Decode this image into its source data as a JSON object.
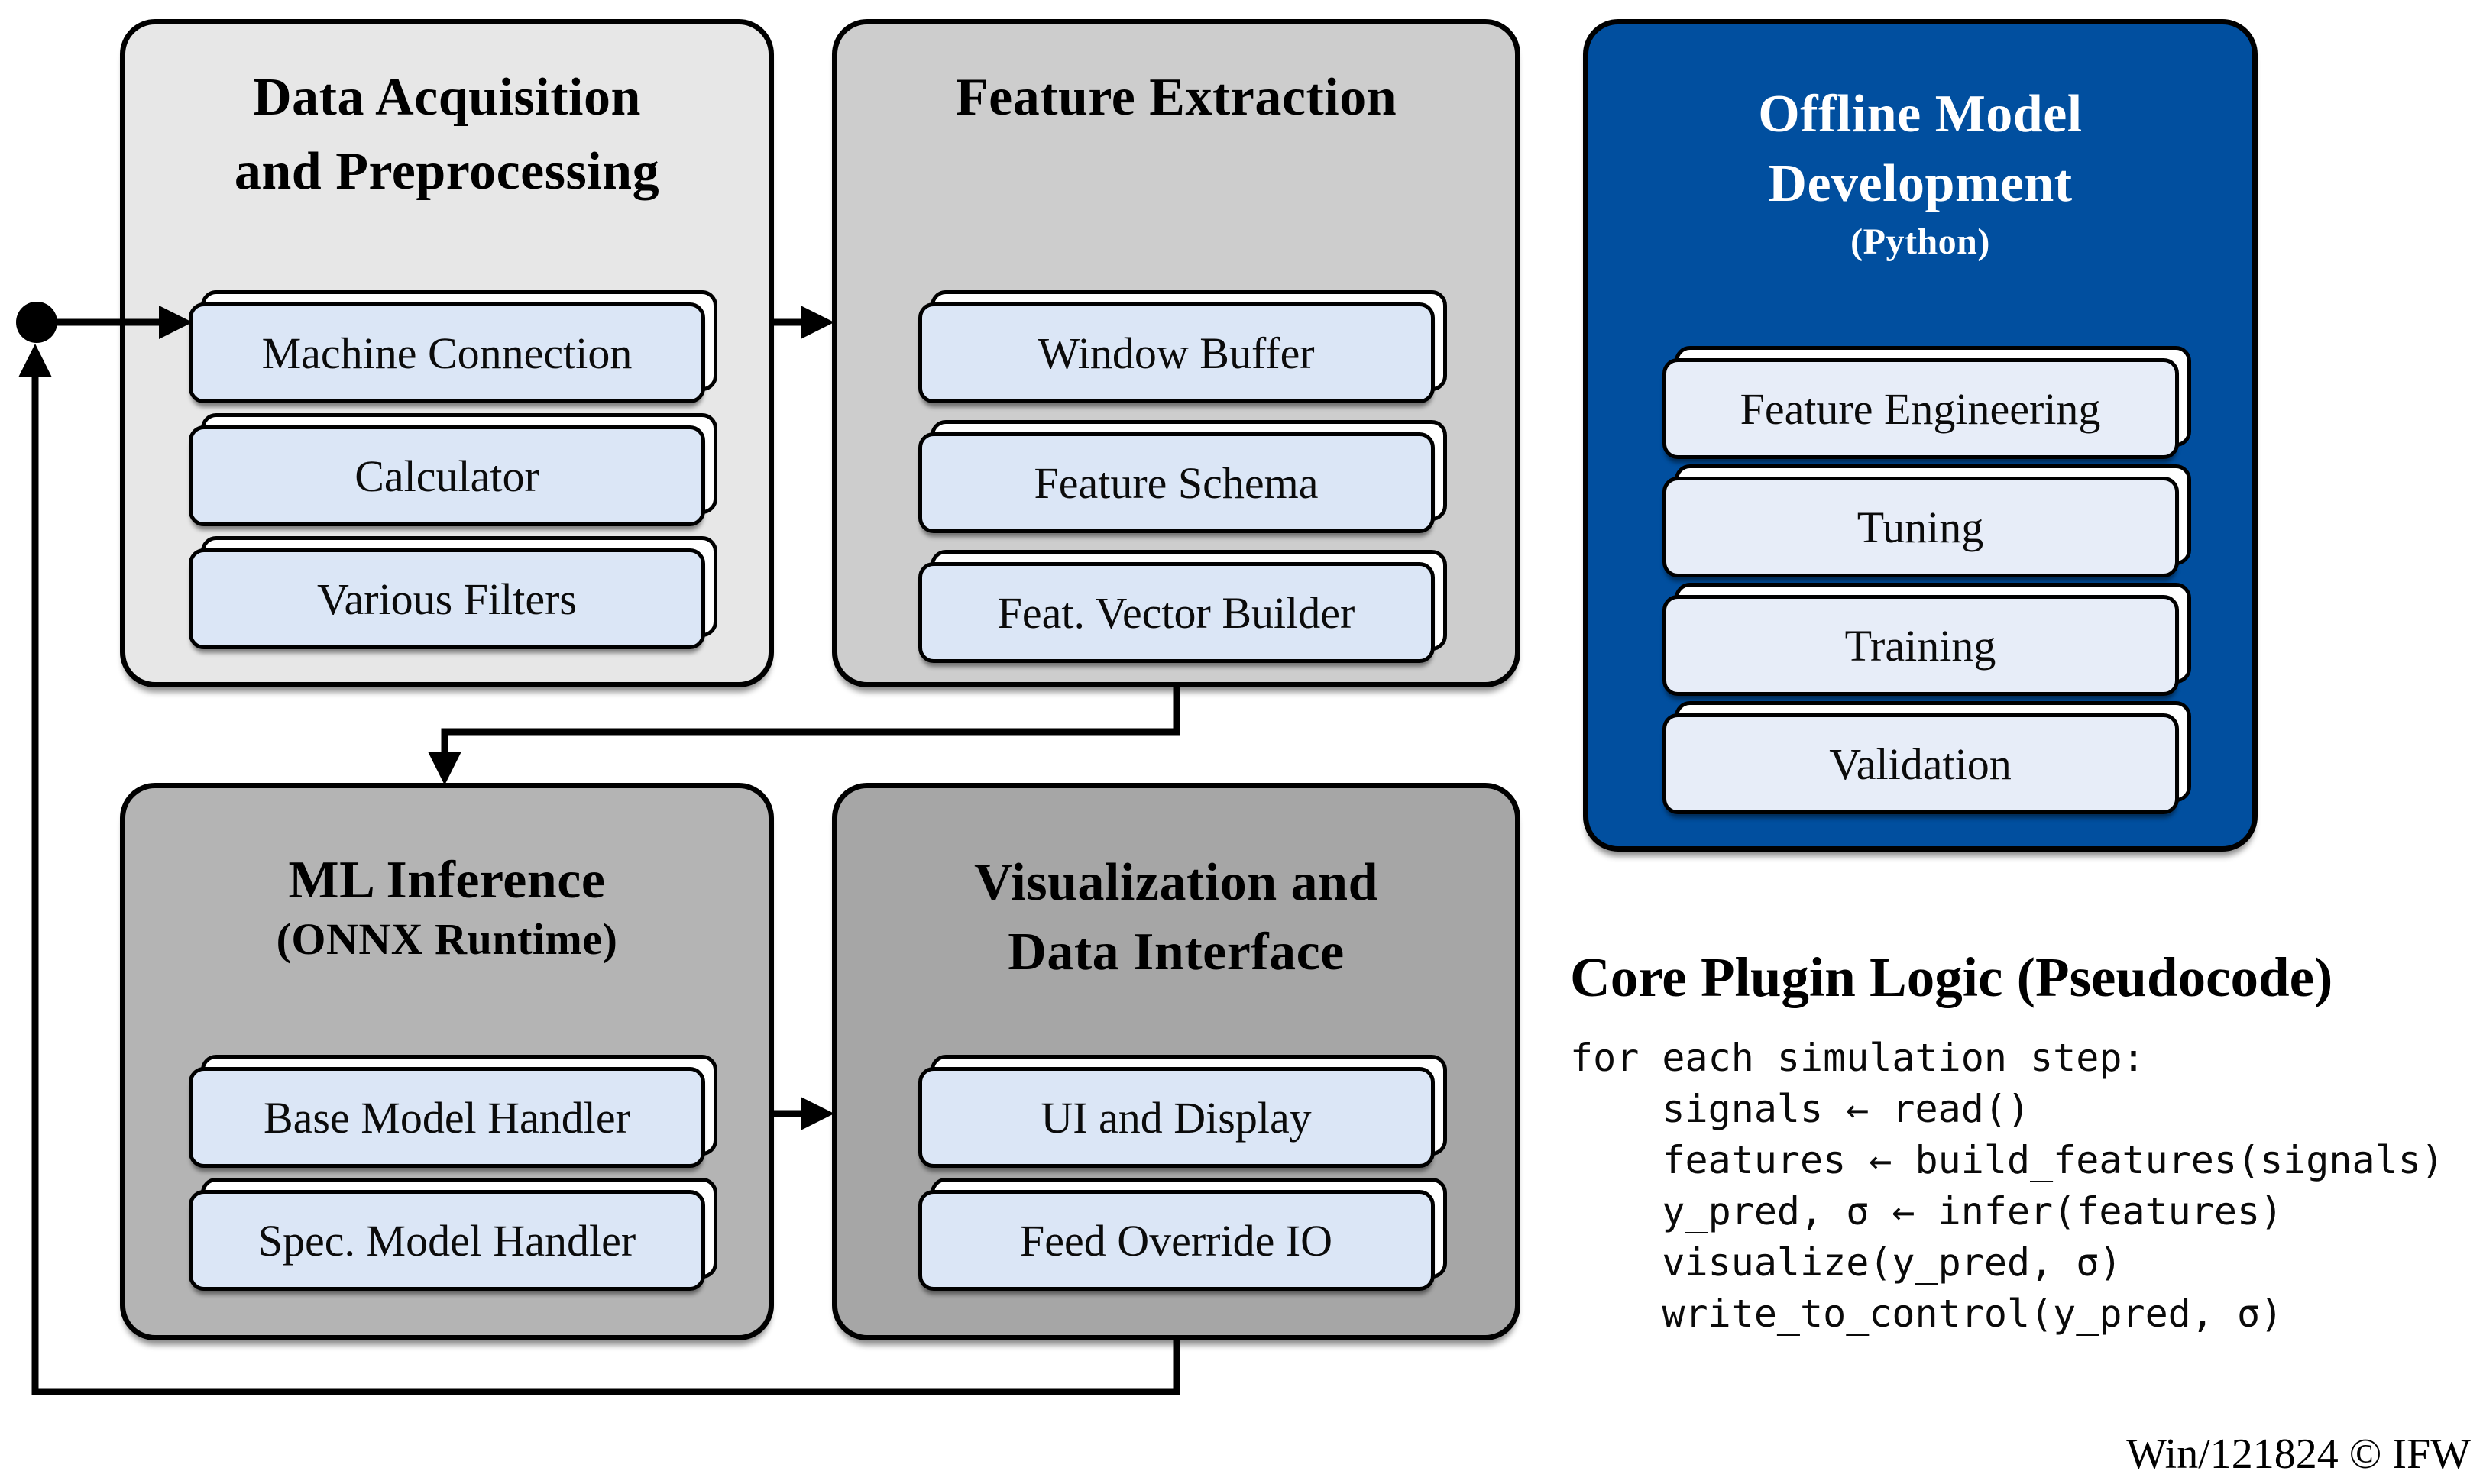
{
  "colors": {
    "background": "#ffffff",
    "outline": "#000000",
    "box_data_acquisition": "#e7e7e7",
    "box_feature_extraction": "#cdcdcd",
    "box_offline_model": "#014f9f",
    "box_ml_inference": "#b4b4b4",
    "box_visualization": "#a6a6a6",
    "card_fill": "#dbe6f6",
    "card_fill_blue_box": "#e7edf8",
    "card_back_fill": "#ffffff",
    "title_on_blue": "#ffffff"
  },
  "boxes": {
    "data_acquisition": {
      "title_line1": "Data Acquisition",
      "title_line2": "and Preprocessing",
      "items": [
        "Machine Connection",
        "Calculator",
        "Various Filters"
      ]
    },
    "feature_extraction": {
      "title_line1": "Feature Extraction",
      "items": [
        "Window Buffer",
        "Feature Schema",
        "Feat. Vector Builder"
      ]
    },
    "offline_model": {
      "title_line1": "Offline Model",
      "title_line2": "Development",
      "subtitle": "(Python)",
      "items": [
        "Feature Engineering",
        "Tuning",
        "Training",
        "Validation"
      ]
    },
    "ml_inference": {
      "title_line1": "ML Inference",
      "subtitle": "(ONNX Runtime)",
      "items": [
        "Base Model Handler",
        "Spec. Model Handler"
      ]
    },
    "visualization": {
      "title_line1": "Visualization and",
      "title_line2": "Data Interface",
      "items": [
        "UI and Display",
        "Feed Override IO"
      ]
    }
  },
  "pseudocode": {
    "heading": "Core Plugin Logic (Pseudocode)",
    "lines": [
      "for each simulation step:",
      "    signals ← read()",
      "    features ← build_features(signals)",
      "    y_pred, σ ← infer(features)",
      "    visualize(y_pred, σ)",
      "    write_to_control(y_pred, σ)"
    ]
  },
  "attribution": "Win/121824 © IFW"
}
